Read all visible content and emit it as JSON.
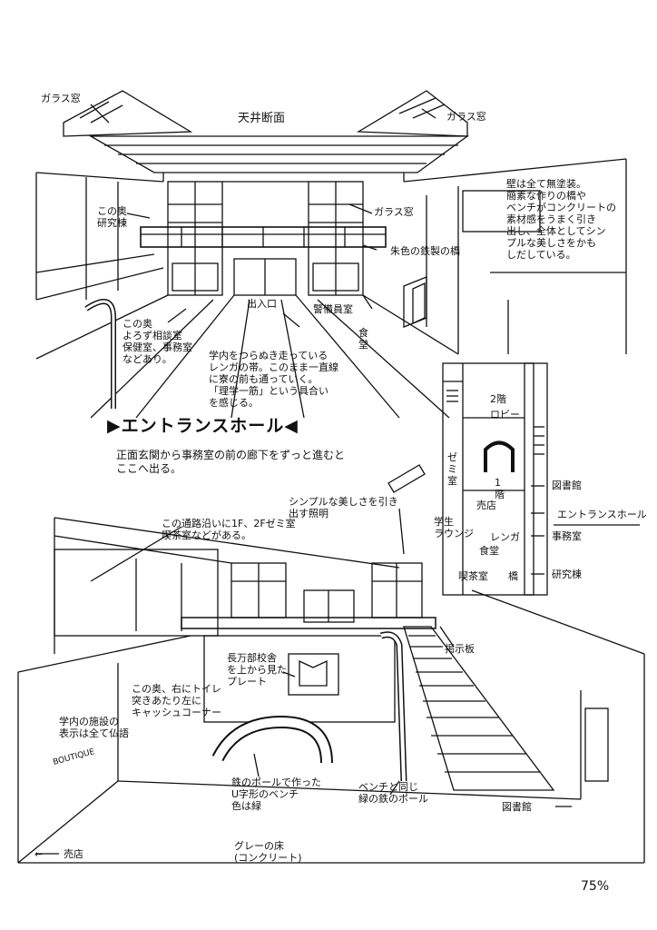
{
  "page_mark": "75%",
  "top_view": {
    "roof_title": "天井断面",
    "glass_left": "ガラス窓",
    "glass_right": "ガラス窓",
    "glass_mid": "ガラス窓",
    "research_wing": "この奥\n研究棟",
    "bridge": "朱色の鉄製の橋",
    "wall_note": "壁は全て無塗装。\n簡素な作りの橋や\nベンチがコンクリートの\n素材感をうまく引き\n出し、全体としてシン\nプルな美しさをかも\nしだしている。",
    "entrance": "出入口",
    "guard": "警備員室",
    "cafeteria": "食\n堂",
    "offices": "この奥\nよろず相談室\n保健室、事務室\nなどあり。",
    "brick_note": "学内をつらぬき走っている\nレンガの帯。このまま一直線\nに寮の前も通っていく。\n「理学一筋」という具合い\nを感じる。"
  },
  "section": {
    "title": "▶エントランスホール◀",
    "desc": "正面玄関から事務室の前の廊下をずっと進むと\nここへ出る。"
  },
  "floor_plan": {
    "floor2": "2階",
    "lobby": "ロビー",
    "zemi": "ゼ\nミ\n室",
    "gakusei": "学生\nラウンジ",
    "first": "1\n階",
    "shop": "売店",
    "renga": "レンガ",
    "shokudo": "食堂",
    "library": "図書館",
    "entrance_hall": "エントランスホール",
    "office": "事務室",
    "cafe": "喫茶室",
    "bridge": "橋",
    "research": "研究棟"
  },
  "bottom_view": {
    "light": "シンプルな美しさを引き\n出す照明",
    "passage": "この通路沿いに1F、2Fゼミ室\n喫茶室などがある。",
    "board": "掲示板",
    "plate": "長万部校舎\nを上から見た\nプレート",
    "toilet": "この奥、右にトイレ\n突きあたり左に\nキャッシュコーナー",
    "signs": "学内の施設の\n表示は全て仏語",
    "boutique": "BOUTIQUE",
    "bench": "鉄のポールで作った\nU字形のベンチ\n色は緑",
    "pole": "ベンチと同じ\n緑の鉄のポール",
    "library": "図書館",
    "floor": "グレーの床\n(コンクリート)",
    "shop": "売店"
  }
}
